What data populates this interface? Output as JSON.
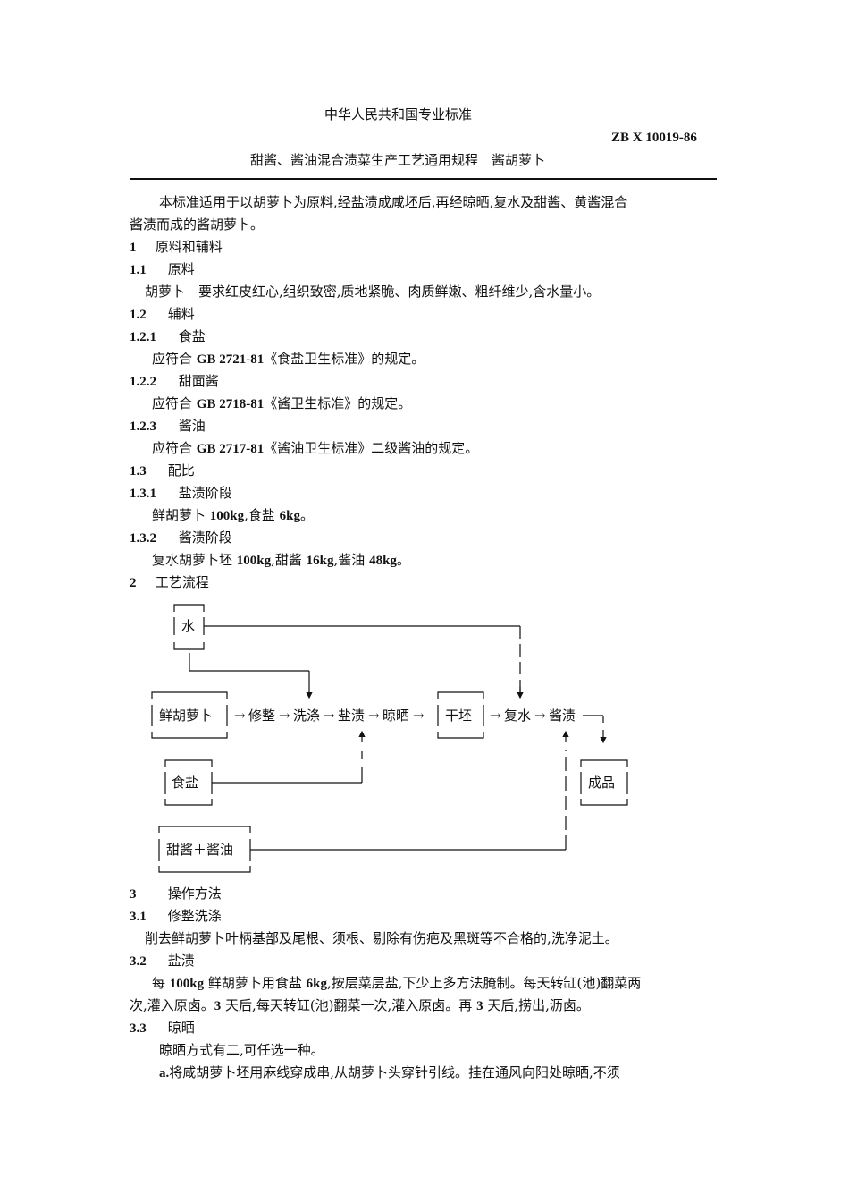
{
  "header": {
    "org": "中华人民共和国专业标准",
    "code": "ZB X 10019-86",
    "title": "甜酱、酱油混合渍菜生产工艺通用规程　酱胡萝卜"
  },
  "intro": {
    "line1": "本标准适用于以胡萝卜为原料,经盐渍成咸坯后,再经晾晒,复水及甜酱、黄酱混合",
    "line2": "酱渍而成的酱胡萝卜。"
  },
  "s1": {
    "num": "1",
    "title": "原料和辅料"
  },
  "s1_1": {
    "num": "1.1",
    "title": "原料",
    "body": "胡萝卜　要求红皮红心,组织致密,质地紧脆、肉质鲜嫩、粗纤维少,含水量小。"
  },
  "s1_2": {
    "num": "1.2",
    "title": "辅料"
  },
  "s1_2_1": {
    "num": "1.2.1",
    "title": "食盐",
    "pre": "应符合 ",
    "std": "GB 2721-81",
    "post": "《食盐卫生标准》的规定。"
  },
  "s1_2_2": {
    "num": "1.2.2",
    "title": "甜面酱",
    "pre": "应符合 ",
    "std": "GB 2718-81",
    "post": "《酱卫生标准》的规定。"
  },
  "s1_2_3": {
    "num": "1.2.3",
    "title": "酱油",
    "pre": "应符合 ",
    "std": "GB 2717-81",
    "post": "《酱油卫生标准》二级酱油的规定。"
  },
  "s1_3": {
    "num": "1.3",
    "title": "配比"
  },
  "s1_3_1": {
    "num": "1.3.1",
    "title": "盐渍阶段",
    "t1": "鲜胡萝卜 ",
    "v1": "100kg",
    "t2": ",食盐 ",
    "v2": "6kg",
    "t3": "。"
  },
  "s1_3_2": {
    "num": "1.3.2",
    "title": "酱渍阶段",
    "t1": "复水胡萝卜坯 ",
    "v1": "100kg",
    "t2": ",甜酱 ",
    "v2": "16kg",
    "t3": ",酱油 ",
    "v3": "48kg",
    "t4": "。"
  },
  "s2": {
    "num": "2",
    "title": "工艺流程"
  },
  "flow": {
    "water": "水",
    "carrot": "鲜胡萝卜",
    "trim": "修整",
    "wash": "洗涤",
    "salting": "盐渍",
    "drying": "晾晒",
    "dry_blank": "干坯",
    "rehydrate": "复水",
    "sauce_pickle": "酱渍",
    "salt": "食盐",
    "product": "成品",
    "sauce_mix": "甜酱＋酱油"
  },
  "s3": {
    "num": "3",
    "title": "操作方法"
  },
  "s3_1": {
    "num": "3.1",
    "title": "修整洗涤",
    "body": "削去鲜胡萝卜叶柄基部及尾根、须根、剔除有伤疤及黑斑等不合格的,洗净泥土。"
  },
  "s3_2": {
    "num": "3.2",
    "title": "盐渍",
    "a1": "每 ",
    "v1": "100kg",
    "a2": " 鲜胡萝卜用食盐 ",
    "v2": "6kg",
    "a3": ",按层菜层盐,下少上多方法腌制。每天转缸(池)翻菜两",
    "b1": "次,灌入原卤。",
    "v3": "3",
    "b2": " 天后,每天转缸(池)翻菜一次,灌入原卤。再 ",
    "v4": "3",
    "b3": " 天后,捞出,沥卤。"
  },
  "s3_3": {
    "num": "3.3",
    "title": "晾晒",
    "body": "晾晒方式有二,可任选一种。",
    "item_label": "a.",
    "item_text": "将咸胡萝卜坯用麻线穿成串,从胡萝卜头穿针引线。挂在通风向阳处晾晒,不须"
  }
}
